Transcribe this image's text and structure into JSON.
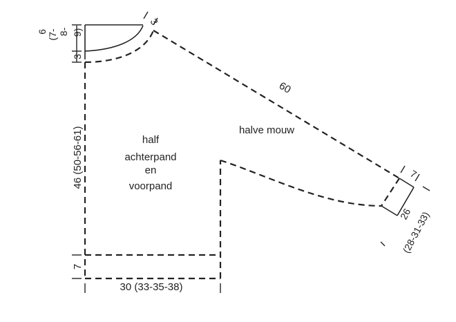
{
  "diagram": {
    "neck_width_label": "6 (7-8-9)",
    "neck_width_parts": [
      "6",
      "(7-",
      "8-",
      "9)"
    ],
    "neck_depth_label": "3",
    "shoulder_label": "3",
    "body_length_label": "46 (50-56-61)",
    "ribbing_label": "7",
    "width_label": "30 (33-35-38)",
    "sleeve_length_label": "60",
    "cuff_label": "7",
    "sleeve_width_label": "26 (28-31-33)",
    "sleeve_width_parts": [
      "26",
      "(28-31-33)"
    ],
    "body_text": [
      "half",
      "achterpand",
      "en",
      "voorpand"
    ],
    "sleeve_text": "halve mouw"
  }
}
